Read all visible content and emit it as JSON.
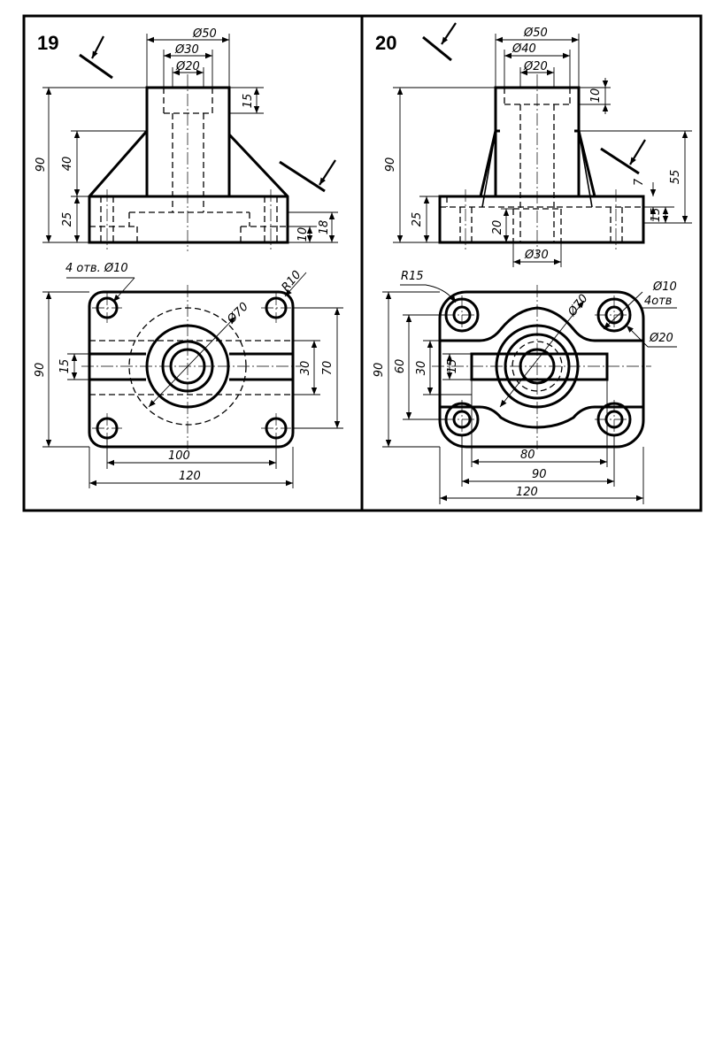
{
  "panels": [
    {
      "number": "19",
      "front_labels": {
        "d_outer": "Ø50",
        "d_mid": "Ø30",
        "d_inner": "Ø20",
        "h_top": "15",
        "h_total": "90",
        "h_rib": "40",
        "h_base": "25",
        "h_slot": "10",
        "h_step": "18"
      },
      "top_labels": {
        "holes": "4 отв. Ø10",
        "radius": "R10",
        "d_boss": "Ø70",
        "w_slot": "15",
        "w_channel": "30",
        "depth_inner": "70",
        "depth_total": "90",
        "hole_spacing": "100",
        "width_total": "120"
      }
    },
    {
      "number": "20",
      "front_labels": {
        "d_outer": "Ø50",
        "d_mid": "Ø40",
        "d_inner": "Ø20",
        "h_top": "10",
        "h_total": "90",
        "h_upper": "55",
        "h_small": "7",
        "h_base": "25",
        "h_slot": "20",
        "h_base_r": "15",
        "d_bottom": "Ø30"
      },
      "top_labels": {
        "radius": "R15",
        "d_boss": "Ø70",
        "d_hole": "Ø10",
        "holes": "4отв",
        "d_counter": "Ø20",
        "depth_total": "90",
        "depth_inner": "60",
        "w_channel": "30",
        "w_slot": "15",
        "span_inner": "80",
        "span_mid": "90",
        "width_total": "120"
      }
    }
  ]
}
